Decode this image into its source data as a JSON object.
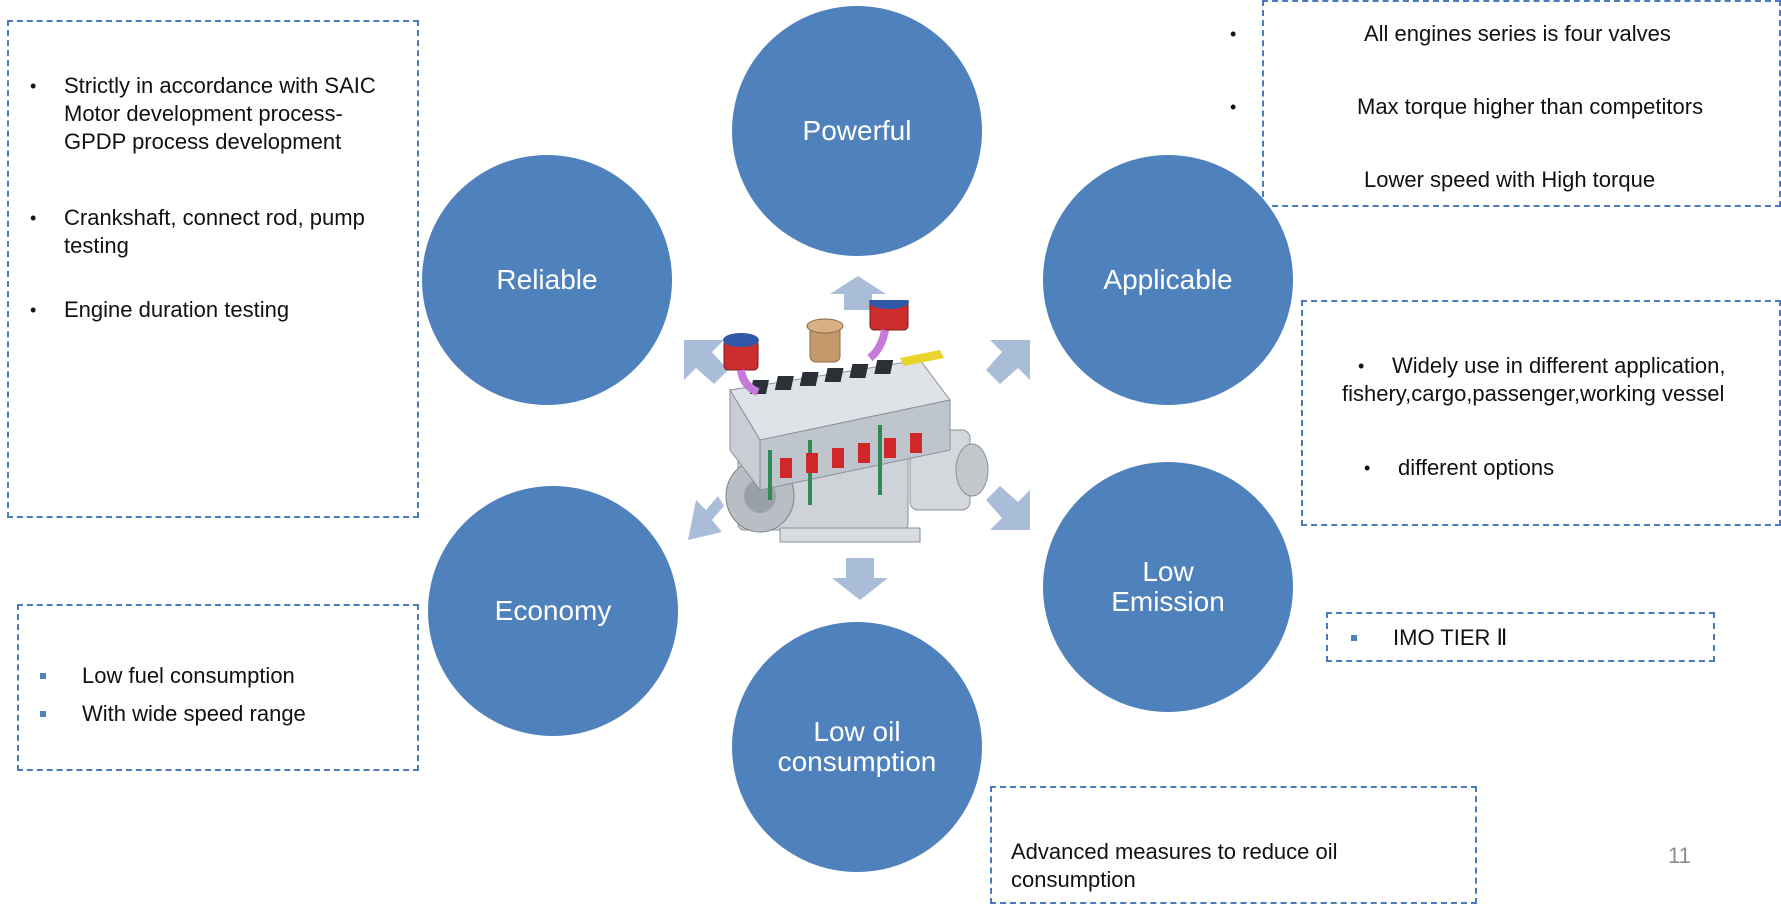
{
  "center_image": {
    "icon": "marine-diesel-engine-icon"
  },
  "colors": {
    "circle": "#4f81bd",
    "box_border": "#4a7bbd",
    "arrow": "#a9bcd8"
  },
  "circles": {
    "powerful": "Powerful",
    "reliable": "Reliable",
    "applicable": "Applicable",
    "economy": "Economy",
    "low_emission": "Low\nEmission",
    "low_oil": "Low oil\nconsumption"
  },
  "reliable_box": {
    "items": [
      "Strictly in accordance with SAIC Motor development process-GPDP process development",
      "Crankshaft, connect rod, pump testing",
      "Engine duration testing"
    ]
  },
  "powerful_box": {
    "items": [
      "All engines series is four valves",
      "Max torque higher than competitors",
      "Lower speed with High torque"
    ]
  },
  "applicable_box": {
    "items": [
      "Widely use in different application, fishery,cargo,passenger,working vessel",
      "different options"
    ]
  },
  "economy_box": {
    "items": [
      "Low fuel consumption",
      "With wide speed range"
    ]
  },
  "emission_box": {
    "items": [
      "IMO TIER Ⅱ"
    ]
  },
  "oil_box": {
    "text": "Advanced measures to reduce oil consumption"
  },
  "page_number": "11"
}
